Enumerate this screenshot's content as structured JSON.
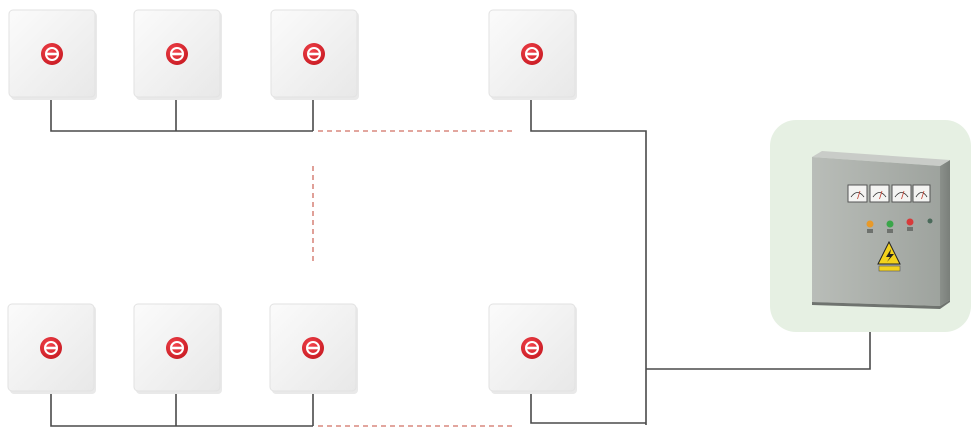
{
  "diagram": {
    "nodes": [
      {
        "id": "panel-top-1",
        "kind": "heater-panel"
      },
      {
        "id": "panel-top-2",
        "kind": "heater-panel"
      },
      {
        "id": "panel-top-3",
        "kind": "heater-panel"
      },
      {
        "id": "panel-top-4",
        "kind": "heater-panel"
      },
      {
        "id": "panel-bottom-1",
        "kind": "heater-panel"
      },
      {
        "id": "panel-bottom-2",
        "kind": "heater-panel"
      },
      {
        "id": "panel-bottom-3",
        "kind": "heater-panel"
      },
      {
        "id": "panel-bottom-4",
        "kind": "heater-panel"
      },
      {
        "id": "control-cabinet",
        "kind": "electrical-control-cabinet",
        "warning_icon": "lightning-warning-icon",
        "meter_count": 4,
        "indicator_colors": [
          "#e89a2a",
          "#3aa64a",
          "#d83a3a",
          "#4a6a5a"
        ]
      }
    ],
    "connections": [
      {
        "from": "panel-top-1",
        "to": "panel-top-3",
        "style": "solid"
      },
      {
        "from": "panel-top-3",
        "to": "panel-top-4",
        "style": "dashed"
      },
      {
        "from": "panel-bottom-1",
        "to": "panel-bottom-3",
        "style": "solid"
      },
      {
        "from": "panel-bottom-3",
        "to": "panel-bottom-4",
        "style": "dashed"
      },
      {
        "from": "panel-top-3",
        "to": "panel-bottom-3",
        "style": "dashed"
      },
      {
        "from": "panel-top-4",
        "to": "control-cabinet",
        "style": "solid"
      },
      {
        "from": "panel-bottom-4",
        "to": "control-cabinet",
        "style": "solid"
      }
    ],
    "colors": {
      "panel_face": "#f4f4f4",
      "button_red": "#e0252e",
      "wire": "#4a4a4a",
      "dashed_wire": "#d9897e",
      "cabinet_body": "#a9aea9",
      "cabinet_bg": "#e6f0e3"
    }
  }
}
